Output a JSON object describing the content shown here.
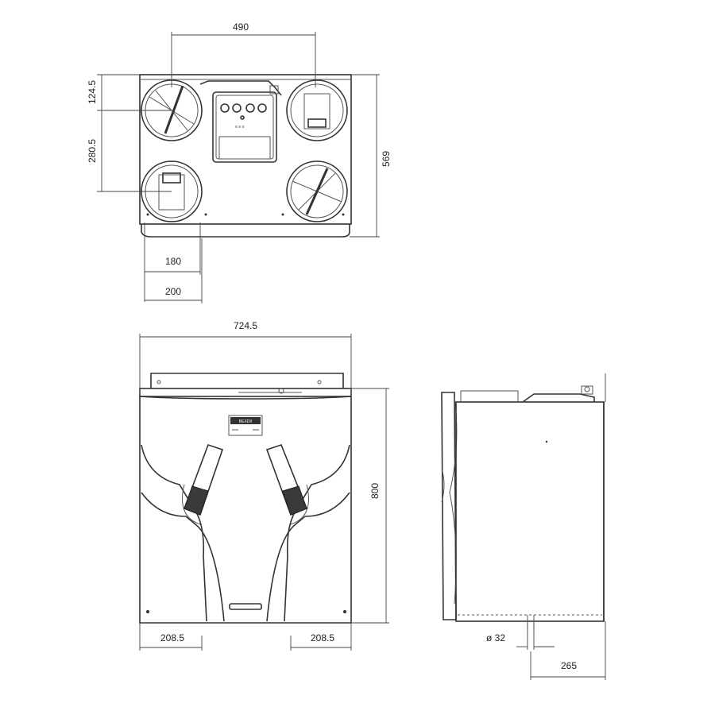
{
  "drawing": {
    "top_view": {
      "dimensions": {
        "width_between_ducts": "490",
        "duct_top_offset": "124.5",
        "duct_spacing": "280.5",
        "depth": "569",
        "duct_diameter": "180",
        "duct_offset": "200"
      },
      "panel_label": "≡ ≡ ≡"
    },
    "front_view": {
      "dimensions": {
        "width": "724.5",
        "height": "800",
        "left_offset": "208.5",
        "right_offset": "208.5"
      },
      "display_label": "BEXDII"
    },
    "side_view": {
      "dimensions": {
        "drain_diameter": "ø 32",
        "drain_offset": "265"
      }
    }
  }
}
